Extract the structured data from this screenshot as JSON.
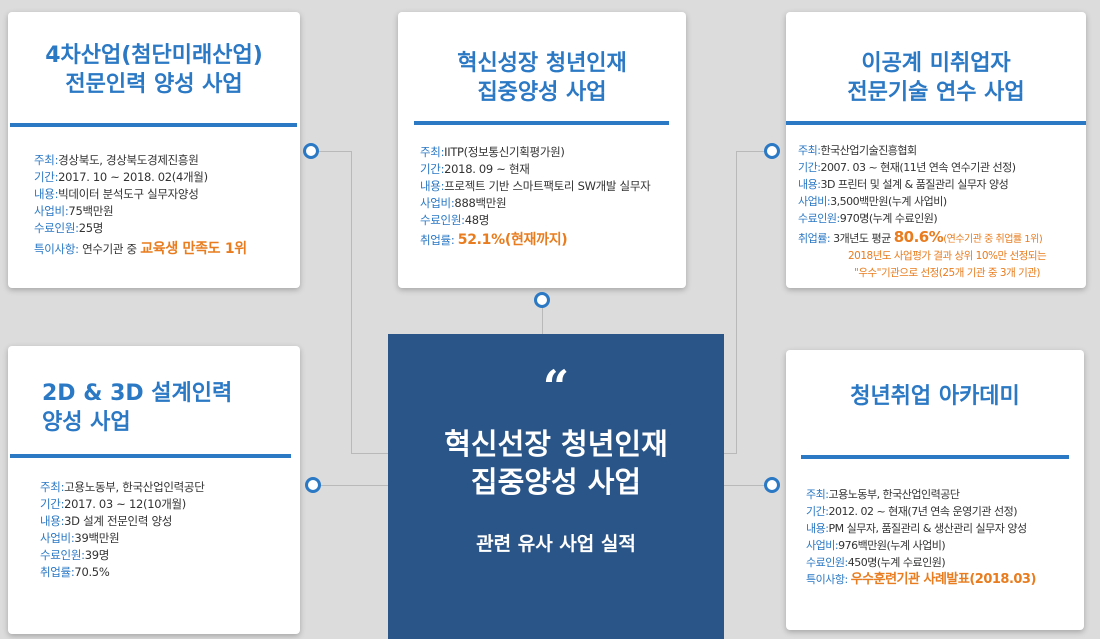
{
  "center": {
    "quote_mark": "“",
    "title_line1": "혁신선장 청년인재",
    "title_line2": "집중양성 사업",
    "subtitle": "관련 유사 사업 실적"
  },
  "cards": {
    "card1": {
      "title_line1": "4차산업(첨단미래산업)",
      "title_line2": "전문인력  양성  사업",
      "rows": [
        {
          "label": "주최",
          "value": "경상북도, 경상북도경제진흥원"
        },
        {
          "label": "기간",
          "value": "2017. 10 ~ 2018. 02(4개월)"
        },
        {
          "label": "내용",
          "value": "빅데이터 분석도구 실무자양성"
        },
        {
          "label": "사업비",
          "value": "75백만원"
        },
        {
          "label": "수료인원",
          "value": "25명"
        }
      ],
      "special_label": "특이사항",
      "special_prefix": "연수기관 중",
      "special_highlight": "교육생 만족도 1위"
    },
    "card2": {
      "title_line1": "혁신성장 청년인재",
      "title_line2": "집중양성 사업",
      "rows": [
        {
          "label": "주최",
          "value": "IITP(정보통신기획평가원)"
        },
        {
          "label": "기간",
          "value": "2018. 09 ~ 현재"
        },
        {
          "label": "내용",
          "value": "프로젝트 기반 스마트팩토리 SW개발 실무자"
        },
        {
          "label": "사업비",
          "value": "888백만원"
        },
        {
          "label": "수료인원",
          "value": "48명"
        }
      ],
      "employ_label": "취업률",
      "employ_value": "52.1%(현재까지)"
    },
    "card3": {
      "title_line1": "이공계 미취업자",
      "title_line2": "전문기술 연수 사업",
      "rows": [
        {
          "label": "주최",
          "value": "한국산업기술진흥협회"
        },
        {
          "label": "기간",
          "value": "2007. 03 ~ 현재(11년 연속 연수기관 선정)"
        },
        {
          "label": "내용",
          "value": "3D 프린터 및 설계 & 품질관리 실무자 양성"
        },
        {
          "label": "사업비",
          "value": "3,500백만원(누계 사업비)"
        },
        {
          "label": "수료인원",
          "value": "970명(누계 수료인원)"
        }
      ],
      "employ_label": "취업률",
      "employ_prefix": "3개년도 평균",
      "employ_value": "80.6%",
      "employ_suffix": "(연수기관 중 취업률 1위)",
      "note_line1": "2018년도 사업평가 결과 상위 10%만 선정되는",
      "note_line2": "\"우수\"기관으로 선정(25개 기관 중 3개 기관)"
    },
    "card4": {
      "title_line1": "2D & 3D 설계인력",
      "title_line2": "양성 사업",
      "rows": [
        {
          "label": "주최",
          "value": "고용노동부, 한국산업인력공단"
        },
        {
          "label": "기간",
          "value": "2017. 03 ~ 12(10개월)"
        },
        {
          "label": "내용",
          "value": "3D 설계 전문인력 양성"
        },
        {
          "label": "사업비",
          "value": "39백만원"
        },
        {
          "label": "수료인원",
          "value": "39명"
        },
        {
          "label": "취업률",
          "value": "70.5%"
        }
      ]
    },
    "card5": {
      "title_line1": "청년취업 아카데미",
      "rows": [
        {
          "label": "주최",
          "value": "고용노동부, 한국산업인력공단"
        },
        {
          "label": "기간",
          "value": "2012. 02 ~ 현재(7년 연속 운영기관 선정)"
        },
        {
          "label": "내용",
          "value": "PM 실무자, 품질관리 & 생산관리 실무자 양성"
        },
        {
          "label": "사업비",
          "value": "976백만원(누계 사업비)"
        },
        {
          "label": "수료인원",
          "value": "450명(누계 수료인원)"
        }
      ],
      "special_label": "특이사항",
      "special_highlight": "우수훈련기관 사례발표(2018.03)"
    }
  },
  "colors": {
    "accent_blue": "#2b78c5",
    "highlight_orange": "#e87c1e",
    "center_navy": "#2a5588",
    "background": "#dcdcdc"
  }
}
